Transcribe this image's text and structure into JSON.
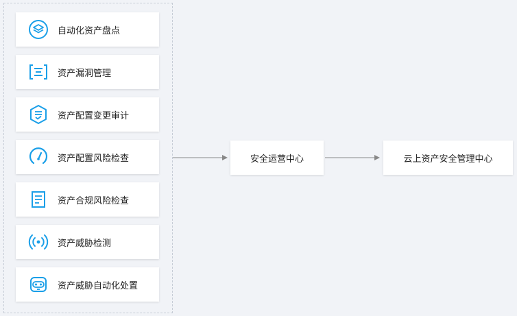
{
  "colors": {
    "accent": "#1a9fe8",
    "background": "#f1f3f7",
    "box": "#ffffff",
    "border_dashed": "#c6ccd6",
    "arrow": "#888888"
  },
  "items": [
    {
      "label": "自动化资产盘点",
      "icon": "layers-icon"
    },
    {
      "label": "资产漏洞管理",
      "icon": "scan-list-icon"
    },
    {
      "label": "资产配置变更审计",
      "icon": "audit-shield-icon"
    },
    {
      "label": "资产配置风险检查",
      "icon": "gauge-icon"
    },
    {
      "label": "资产合规风险检查",
      "icon": "document-icon"
    },
    {
      "label": "资产威胁检测",
      "icon": "radar-icon"
    },
    {
      "label": "资产威胁自动化处置",
      "icon": "robot-icon"
    }
  ],
  "nodes": {
    "center": "安全运营中心",
    "right": "云上资产安全管理中心"
  }
}
